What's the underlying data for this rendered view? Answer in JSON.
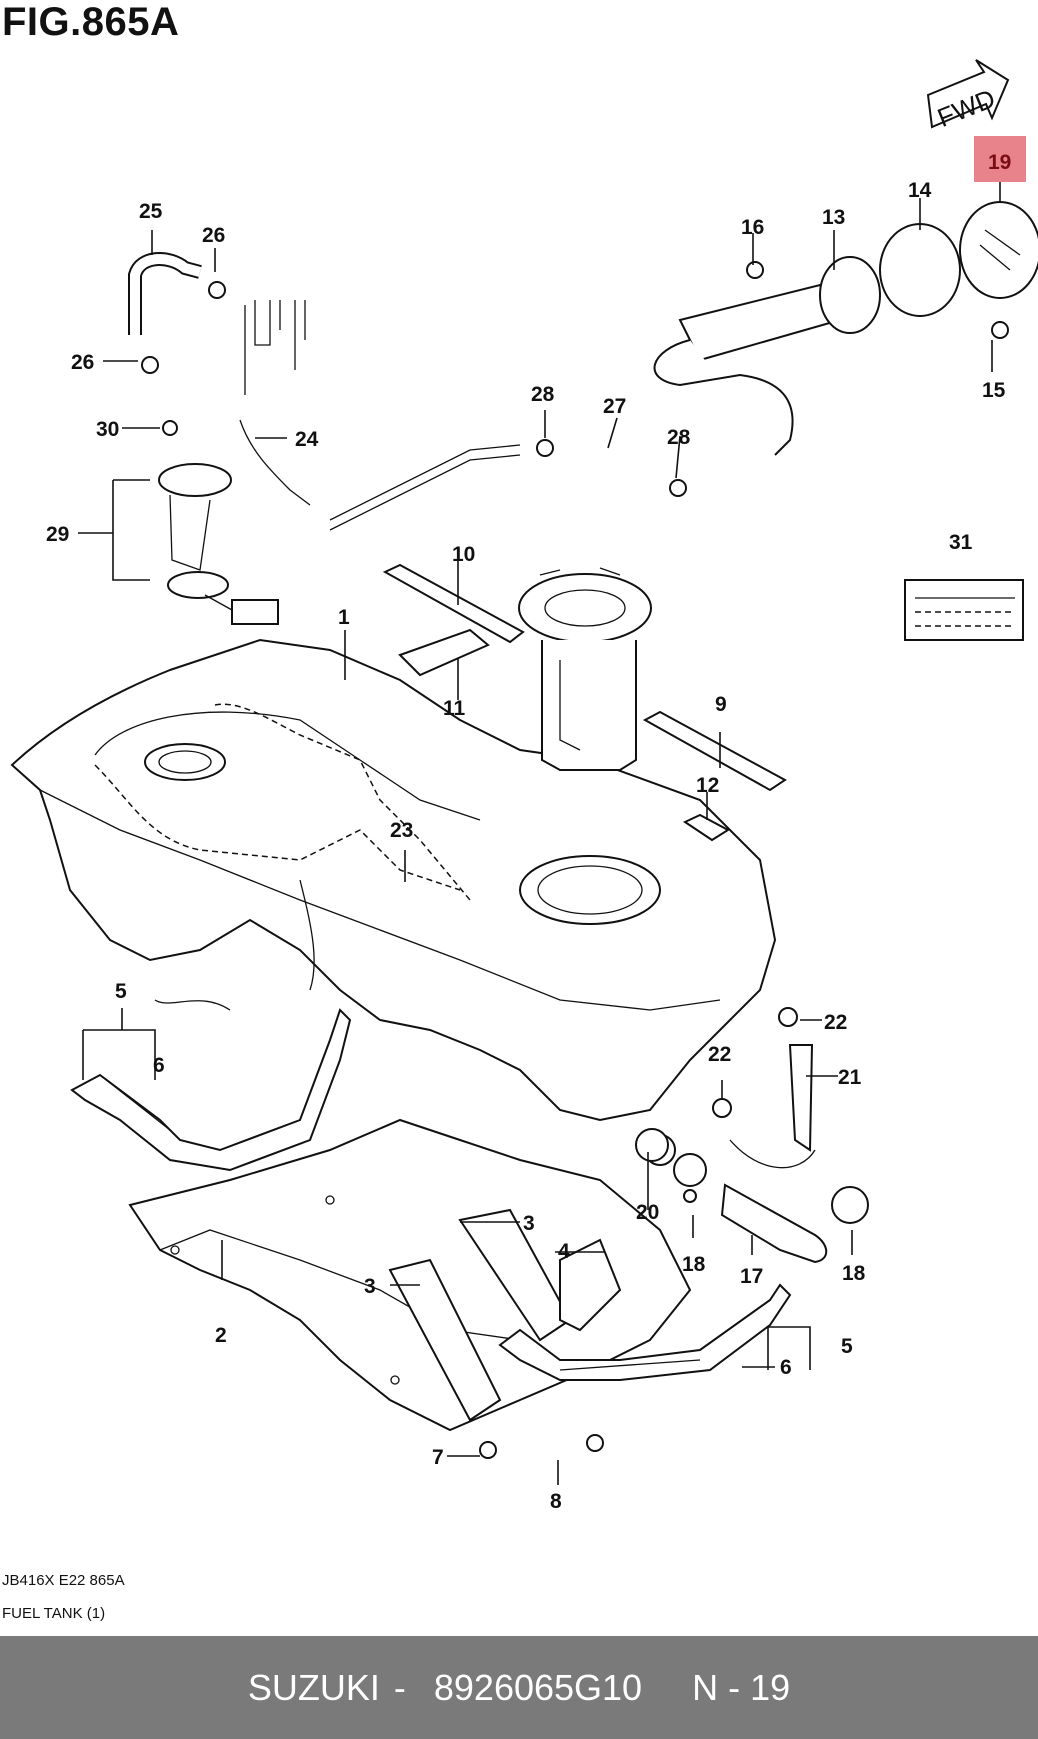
{
  "figure": {
    "title": "FIG.865A"
  },
  "fwd_badge": {
    "label": "FWD"
  },
  "highlight_color": "#e8838b",
  "callouts": [
    "1",
    "2",
    "3",
    "4",
    "5",
    "6",
    "7",
    "8",
    "9",
    "10",
    "11",
    "12",
    "13",
    "14",
    "15",
    "16",
    "17",
    "18",
    "19",
    "20",
    "21",
    "22",
    "23",
    "24",
    "25",
    "26",
    "27",
    "28",
    "29",
    "30",
    "31"
  ],
  "reference": {
    "code": "JB416X E22 865A",
    "name": "FUEL TANK (1)"
  },
  "footer": {
    "brand": "SUZUKI",
    "separator": "-",
    "part_number": "8926065G10",
    "position": "N - 19"
  }
}
